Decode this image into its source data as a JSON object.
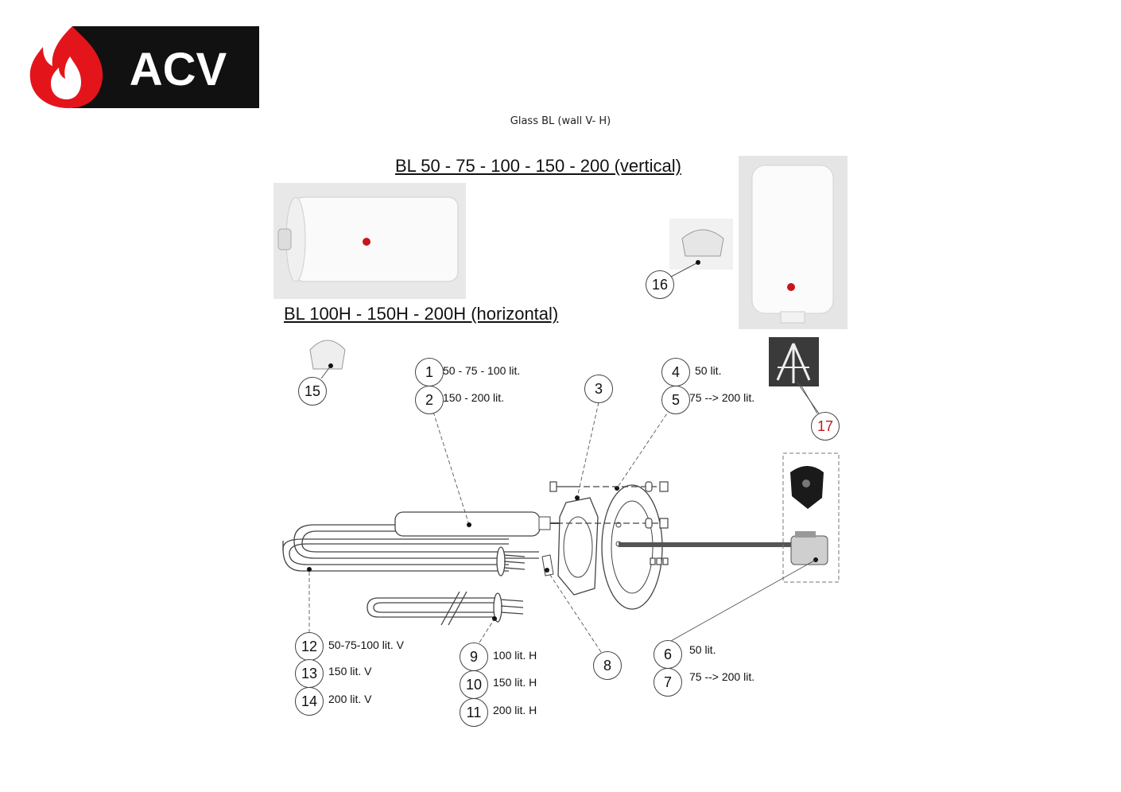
{
  "brand": {
    "name": "ACV",
    "flame_color": "#e3151b",
    "bar_color": "#111111"
  },
  "subtitle": "Glass BL (wall V- H)",
  "headings": {
    "vertical": "BL 50 - 75 - 100 - 150 - 200 (vertical)",
    "horizontal": "BL 100H - 150H - 200H   (horizontal)"
  },
  "parts": [
    {
      "num": "1",
      "label": "50 - 75 - 100 lit."
    },
    {
      "num": "2",
      "label": "150 - 200 lit."
    },
    {
      "num": "3",
      "label": ""
    },
    {
      "num": "4",
      "label": "50  lit."
    },
    {
      "num": "5",
      "label": "75 --> 200 lit."
    },
    {
      "num": "6",
      "label": "50  lit."
    },
    {
      "num": "7",
      "label": "75 --> 200 lit."
    },
    {
      "num": "8",
      "label": ""
    },
    {
      "num": "9",
      "label": "100 lit. H"
    },
    {
      "num": "10",
      "label": "150 lit. H"
    },
    {
      "num": "11",
      "label": "200 lit. H"
    },
    {
      "num": "12",
      "label": "50-75-100 lit. V"
    },
    {
      "num": "13",
      "label": "150 lit. V"
    },
    {
      "num": "14",
      "label": "200 lit. V"
    },
    {
      "num": "15",
      "label": ""
    },
    {
      "num": "16",
      "label": ""
    },
    {
      "num": "17",
      "label": ""
    }
  ],
  "highlight_color": "#c8141e"
}
